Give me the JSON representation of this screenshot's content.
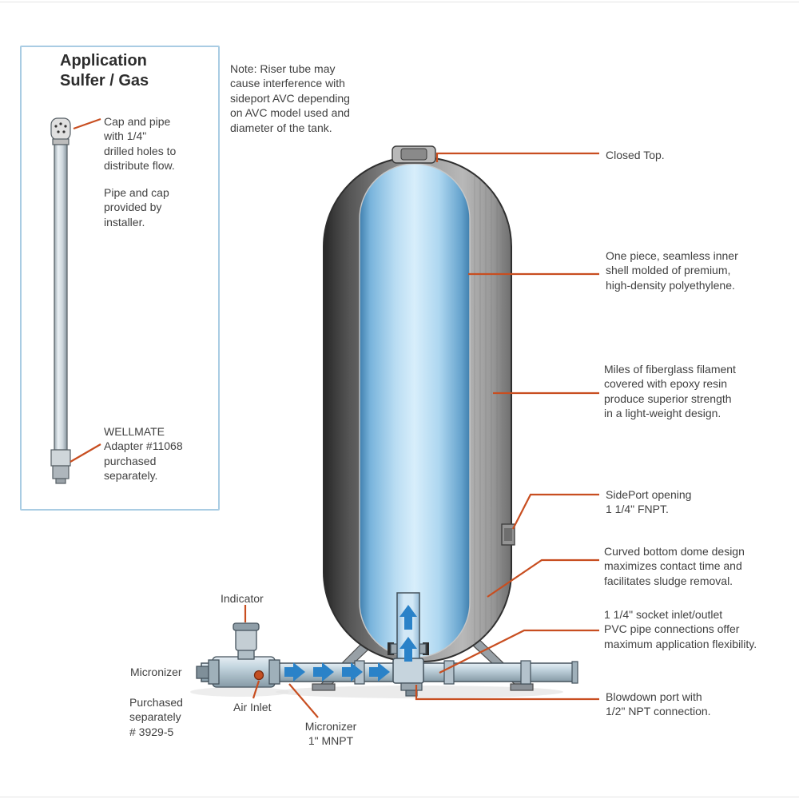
{
  "panel": {
    "title": "Application\nSulfer / Gas",
    "cap_pipe": "Cap and pipe\nwith 1/4\"\ndrilled holes to\ndistribute flow.",
    "pipe_cap": "Pipe and cap\nprovided by\ninstaller.",
    "wellmate": "WELLMATE\nAdapter #11068\npurchased\nseparately."
  },
  "note": "Note:  Riser tube may\ncause interference with\nsideport AVC depending\non AVC model used and\ndiameter of the tank.",
  "callouts": {
    "closed_top": "Closed Top.",
    "inner_shell": "One piece, seamless inner\nshell molded of premium,\nhigh-density polyethylene.",
    "fiberglass": "Miles of fiberglass filament\ncovered with epoxy resin\nproduce superior strength\nin a light-weight design.",
    "sideport": "SidePort opening\n1 1/4\" FNPT.",
    "bottom_dome": "Curved bottom dome design\nmaximizes contact time and\nfacilitates sludge removal.",
    "inlet_outlet": "1 1/4\" socket inlet/outlet\nPVC pipe connections offer\nmaximum application flexibility.",
    "blowdown": "Blowdown port with\n1/2\" NPT connection."
  },
  "bottom": {
    "indicator": "Indicator",
    "micronizer": "Micronizer",
    "air_inlet": "Air Inlet",
    "purchased": "Purchased\nseparately\n# 3929-5",
    "micronizer_mnpt": "Micronizer\n1\" MNPT"
  },
  "colors": {
    "leader": "#c84e20",
    "text": "#414141",
    "panel_border": "#a9cce3",
    "arrow_blue": "#2a82c8",
    "tank_blue": "#bfe2f7",
    "tank_gray": "#9a9a9a"
  }
}
